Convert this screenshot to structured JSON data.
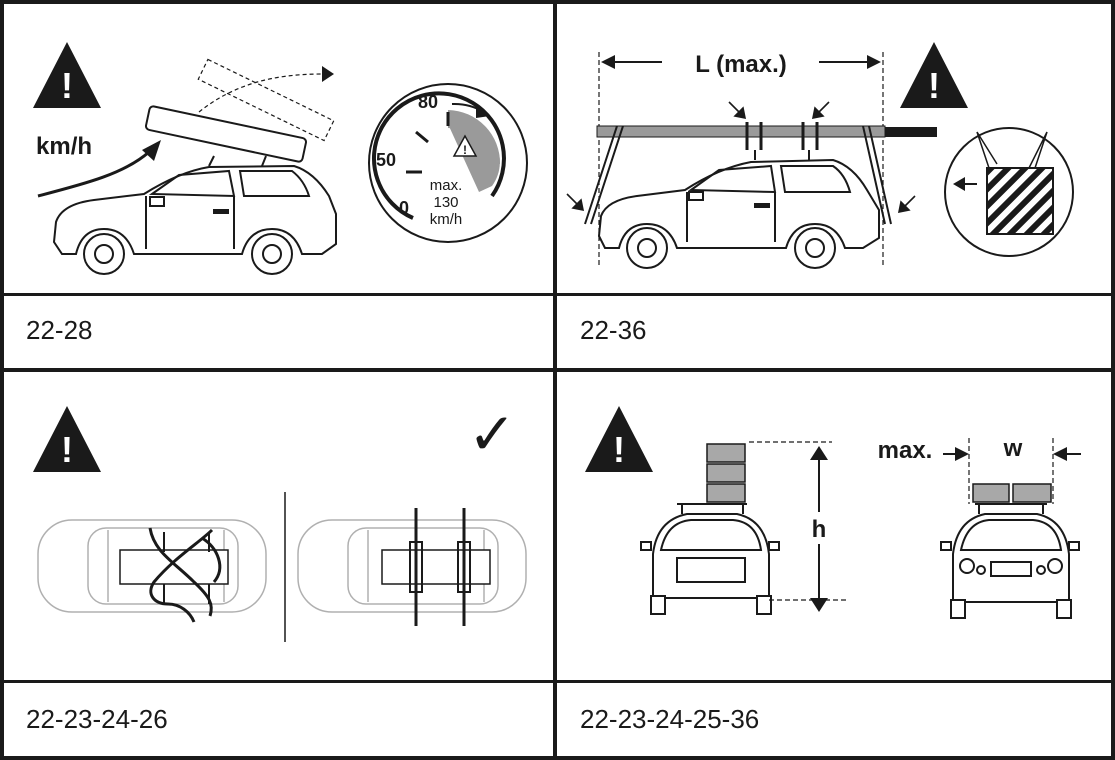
{
  "panels": [
    {
      "caption": "22-28",
      "labels": {
        "warning_mark": "!",
        "speed_unit": "km/h",
        "speedometer_marks": [
          "0",
          "50",
          "80"
        ],
        "max_line1": "max.",
        "max_line2": "130",
        "max_line3": "km/h"
      }
    },
    {
      "caption": "22-36",
      "labels": {
        "warning_mark": "!",
        "length_label": "L (max.)"
      }
    },
    {
      "caption": "22-23-24-26",
      "labels": {
        "warning_mark": "!",
        "check_mark": "✓"
      }
    },
    {
      "caption": "22-23-24-25-36",
      "labels": {
        "warning_mark": "!",
        "height_label": "h",
        "max_label": "max.",
        "width_label": "w"
      }
    }
  ],
  "colors": {
    "line": "#1a1a1a",
    "grey_fill": "#9a9a9a",
    "light_grey_fill": "#c8c8c8",
    "box_fill": "#a8a8a8"
  }
}
